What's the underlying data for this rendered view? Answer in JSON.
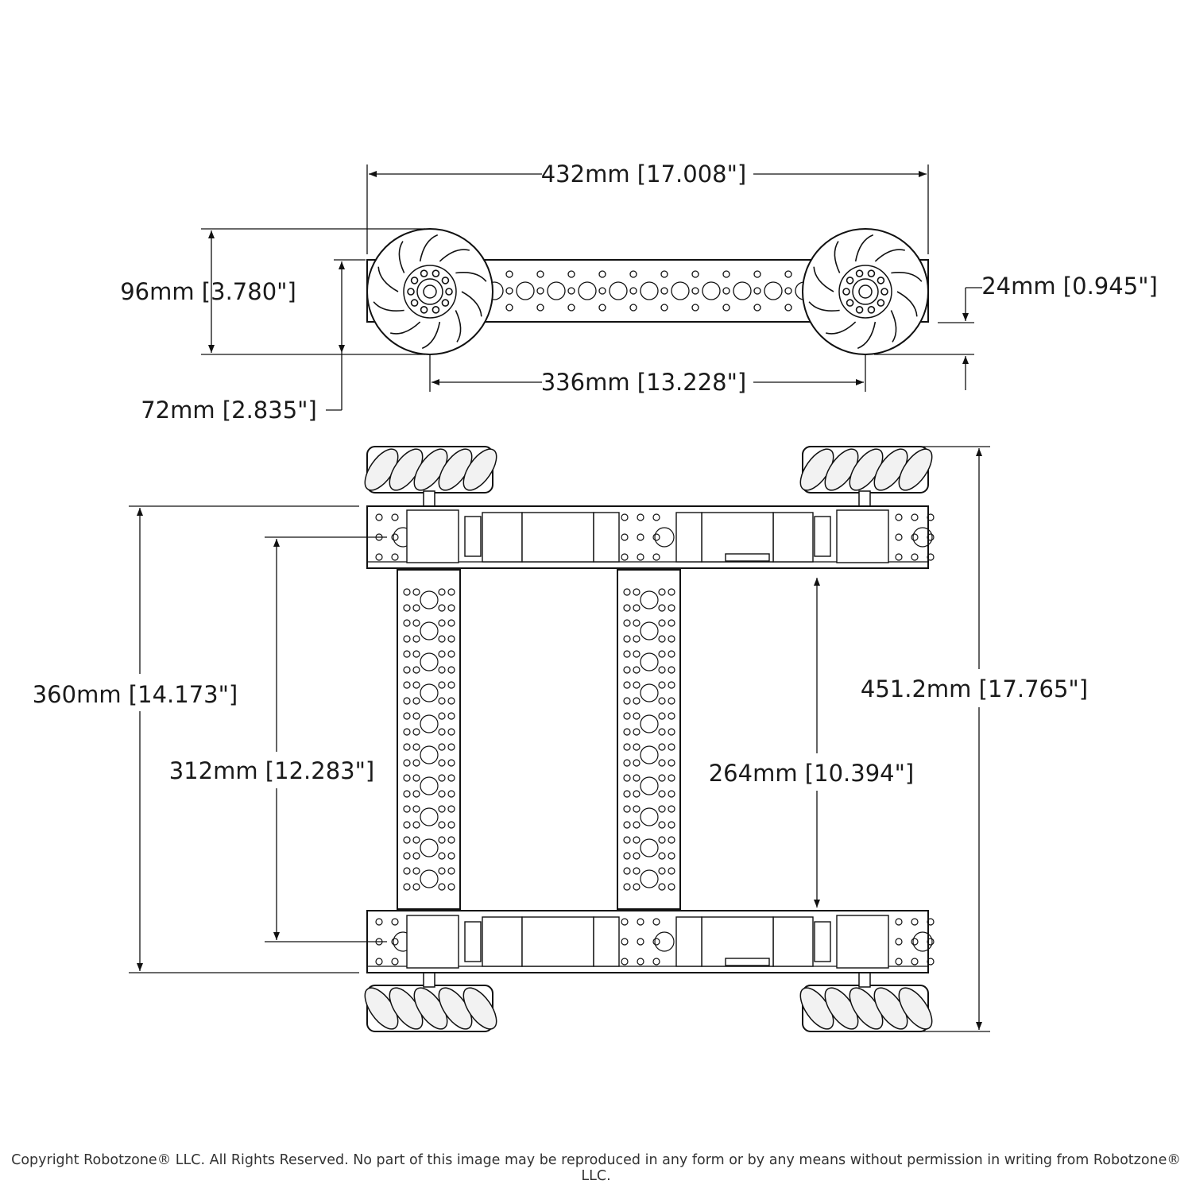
{
  "dimensions": {
    "overall_width": "432mm [17.008\"]",
    "wheel_diameter": "96mm [3.780\"]",
    "channel_height": "72mm [2.835\"]",
    "wheel_center_distance": "336mm [13.228\"]",
    "ground_clearance": "24mm [0.945\"]",
    "frame_length": "360mm [14.173\"]",
    "channel_spacing": "312mm [12.283\"]",
    "inner_gap": "264mm [10.394\"]",
    "overall_length": "451.2mm [17.765\"]"
  },
  "copyright": "Copyright Robotzone® LLC.  All Rights Reserved. No part of this image may be reproduced in any form or by any means without permission in writing from Robotzone® LLC.",
  "colors": {
    "line": "#111111",
    "roller": "#f2f2f2",
    "background": "#ffffff"
  }
}
